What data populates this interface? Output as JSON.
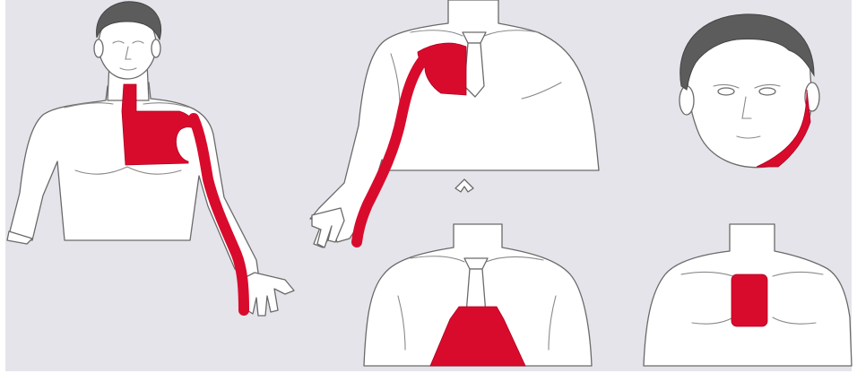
{
  "figure": {
    "panels": [
      {
        "id": "left-arm-radiation"
      },
      {
        "id": "right-arm-radiation"
      },
      {
        "id": "jaw-radiation"
      },
      {
        "id": "lower-chest"
      },
      {
        "id": "central-chest"
      }
    ],
    "colors": {
      "background": "#e4e4ea",
      "pain_area": "#d90b2d",
      "skin": "#ffffff",
      "outline": "#6a6a6a",
      "hair": "#5c5c5c"
    }
  }
}
